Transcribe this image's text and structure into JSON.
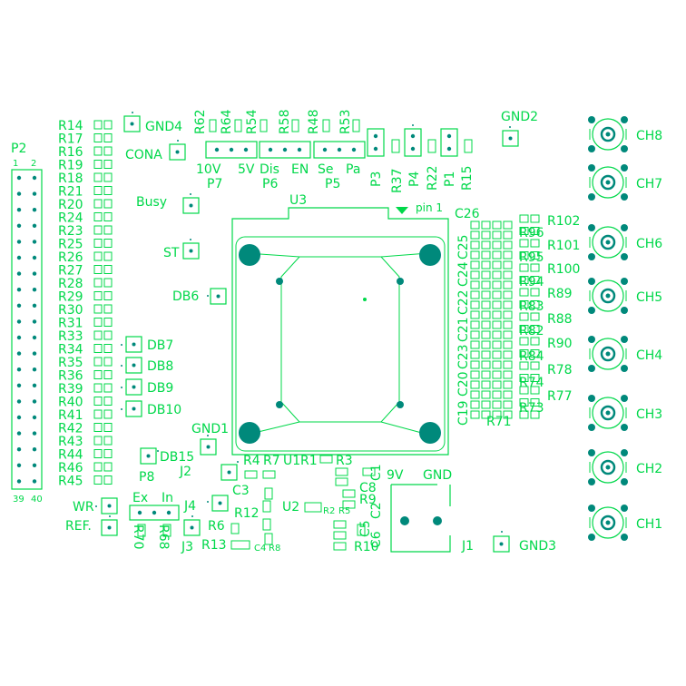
{
  "board": {
    "colors": {
      "silk": "#00d84a",
      "copper": "#00897b",
      "background": "#ffffff"
    },
    "header_p2": {
      "title": "P2",
      "pin_top_left": "1",
      "pin_top_right": "2",
      "pin_bottom_left": "39",
      "pin_bottom_right": "40"
    },
    "left_resistors": [
      "R14",
      "R17",
      "R16",
      "R19",
      "R18",
      "R21",
      "R20",
      "R24",
      "R23",
      "R25",
      "R26",
      "R27",
      "R28",
      "R29",
      "R30",
      "R31",
      "R33",
      "R34",
      "R35",
      "R36",
      "R39",
      "R40",
      "R41",
      "R42",
      "R43",
      "R44",
      "R46",
      "R45"
    ],
    "test_points": {
      "gnd4": "GND4",
      "cona": "CONA",
      "busy": "Busy",
      "st": "ST",
      "db6": "DB6",
      "db7": "DB7",
      "db8": "DB8",
      "db9": "DB9",
      "db10": "DB10",
      "db15": "DB15",
      "gnd1": "GND1",
      "gnd2": "GND2",
      "gnd3": "GND3",
      "wr": "WR",
      "ref": "REF."
    },
    "top_row": {
      "r62": "R62",
      "r64": "R64",
      "r54": "R54",
      "r58": "R58",
      "r48": "R48",
      "r53": "R53",
      "v10": "10V",
      "v5": "5V",
      "dis": "Dis",
      "en": "EN",
      "se": "Se",
      "pa": "Pa",
      "p7": "P7",
      "p6": "P6",
      "p5": "P5",
      "p3": "P3",
      "r37": "R37",
      "p4": "P4",
      "r22": "R22",
      "p1": "P1",
      "r15": "R15"
    },
    "u3": {
      "name": "U3",
      "pin1": "pin 1"
    },
    "cap_labels": [
      "C26",
      "C25",
      "C24",
      "C22",
      "C21",
      "C23",
      "C20",
      "C19"
    ],
    "right_resistors_a": [
      "R102",
      "R96",
      "R101",
      "R95",
      "R100",
      "R94",
      "R89",
      "R83",
      "R88",
      "R82",
      "R90",
      "R84",
      "R78",
      "R74",
      "R77",
      "R73",
      "R71"
    ],
    "channels": [
      "CH8",
      "CH7",
      "CH6",
      "CH5",
      "CH4",
      "CH3",
      "CH2",
      "CH1"
    ],
    "bottom": {
      "r4": "R4",
      "r7": "R7",
      "u1": "U1",
      "r1": "R1",
      "r3": "R3",
      "c1": "C1",
      "v9": "9V",
      "gnd": "GND",
      "j2": "J2",
      "p8": "P8",
      "c3": "C3",
      "c8": "C8",
      "r9": "R9",
      "u2": "U2",
      "r2": "R2",
      "r5": "R5",
      "j4": "J4",
      "r12": "R12",
      "r6": "R6",
      "c2": "C2",
      "c5": "C5",
      "c6": "C6",
      "ex": "Ex",
      "in": "In",
      "r70": "R70",
      "r68": "R68",
      "j3": "J3",
      "r13": "R13",
      "c4": "C4",
      "r8": "R8",
      "r10": "R10",
      "j1": "J1"
    }
  }
}
